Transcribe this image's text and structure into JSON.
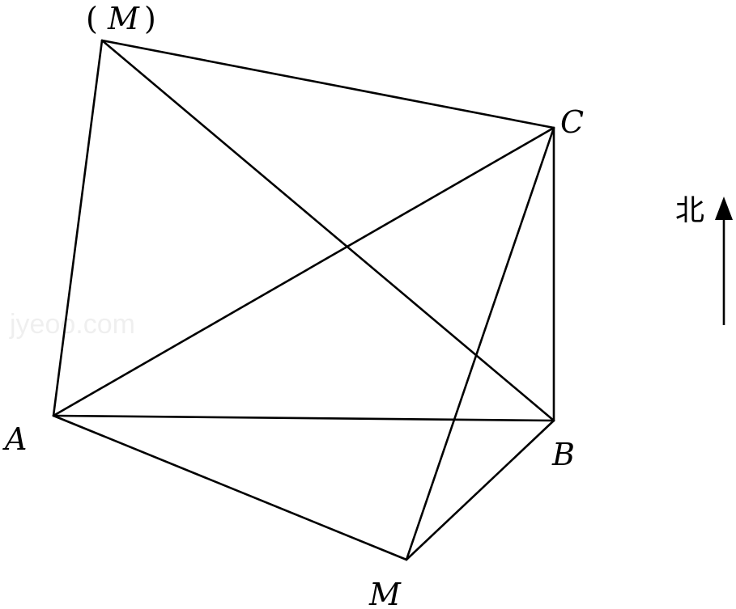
{
  "figure": {
    "points": {
      "M_top": {
        "label_open": "(",
        "label": "M",
        "label_close": ")"
      },
      "C": {
        "label": "C"
      },
      "A": {
        "label": "A"
      },
      "B": {
        "label": "B"
      },
      "M": {
        "label": "M"
      }
    },
    "segments": [
      [
        "M_top",
        "C"
      ],
      [
        "M_top",
        "A"
      ],
      [
        "M_top",
        "B"
      ],
      [
        "A",
        "C"
      ],
      [
        "A",
        "B"
      ],
      [
        "A",
        "M"
      ],
      [
        "C",
        "B"
      ],
      [
        "C",
        "M"
      ],
      [
        "B",
        "M"
      ]
    ],
    "compass": {
      "label": "北",
      "direction": "north"
    },
    "watermark": "jyeoo.com",
    "colors": {
      "line": "#000000",
      "background": "#ffffff"
    }
  }
}
